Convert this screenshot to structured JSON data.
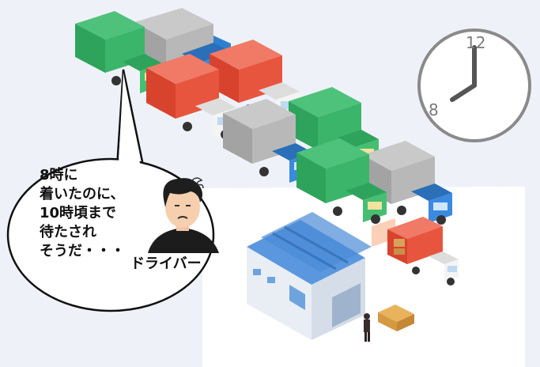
{
  "speech_bubble": {
    "lines": [
      "8時に",
      "着いたのに、",
      "10時頃まで",
      "待たされ",
      "そうだ・・・"
    ],
    "speaker_label": "ドライバー"
  },
  "clock": {
    "numerals": {
      "twelve": "12",
      "eight": "8"
    },
    "time_shown": "8:00"
  },
  "icons": {
    "trucks": "truck-icon",
    "warehouse": "warehouse-icon",
    "driver": "driver-avatar-icon",
    "clock": "clock-icon",
    "pallet": "cargo-pallet-icon",
    "worker": "worker-icon"
  },
  "colors": {
    "background": "#eef2f8",
    "truck_green": "#3bb56a",
    "truck_gray": "#a3a3a3",
    "truck_red": "#e8553f",
    "truck_blue_cab": "#2f7fd0",
    "warehouse_roof": "#4a8ad6",
    "bubble_border": "#111111"
  }
}
